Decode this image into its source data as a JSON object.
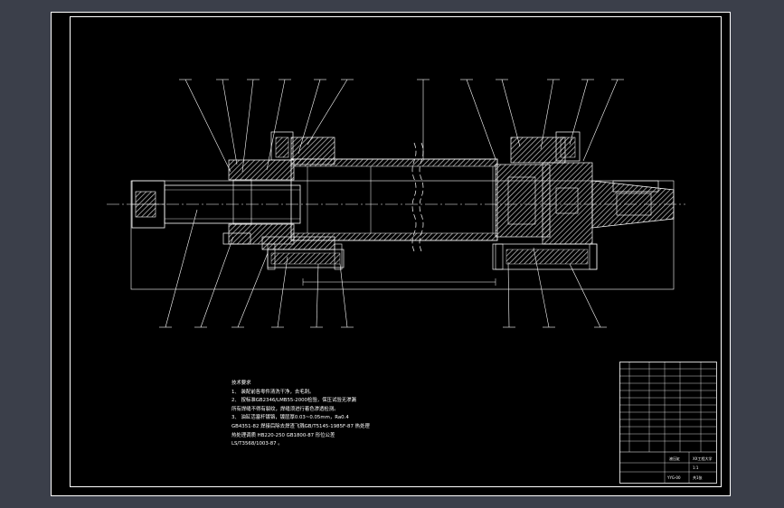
{
  "technical_notes": {
    "heading": "技术要求",
    "lines": [
      "1、 装配前各零件清洗干净，去毛刺。",
      "2、 按标准GB2346/LMB55-2000检验，保压试验无渗漏",
      "所有焊缝不得有裂纹，焊缝须进行着色渗透检测。",
      "3、 油缸活塞杆镀铬，镀层厚0.03~0.05mm，Ra0.4",
      "GB4351-82 焊接后除去焊渣飞溅GB/T5145-1985F-87 热处理",
      "热处理调质 HB220-250 GB1800-87 形位公差",
      "LS/T3568/1003-87 。"
    ]
  },
  "title_block": {
    "company": "XX工程大学",
    "drawing_title": "液压缸",
    "drawing_number": "YYG-00",
    "scale": "1:1",
    "sheet": "共1张"
  },
  "colors": {
    "background": "#000000",
    "frame": "#ffffff",
    "hatch": "#c8c8c8",
    "center_line": "#ffffff",
    "window_chrome": "#3b3f4a"
  }
}
